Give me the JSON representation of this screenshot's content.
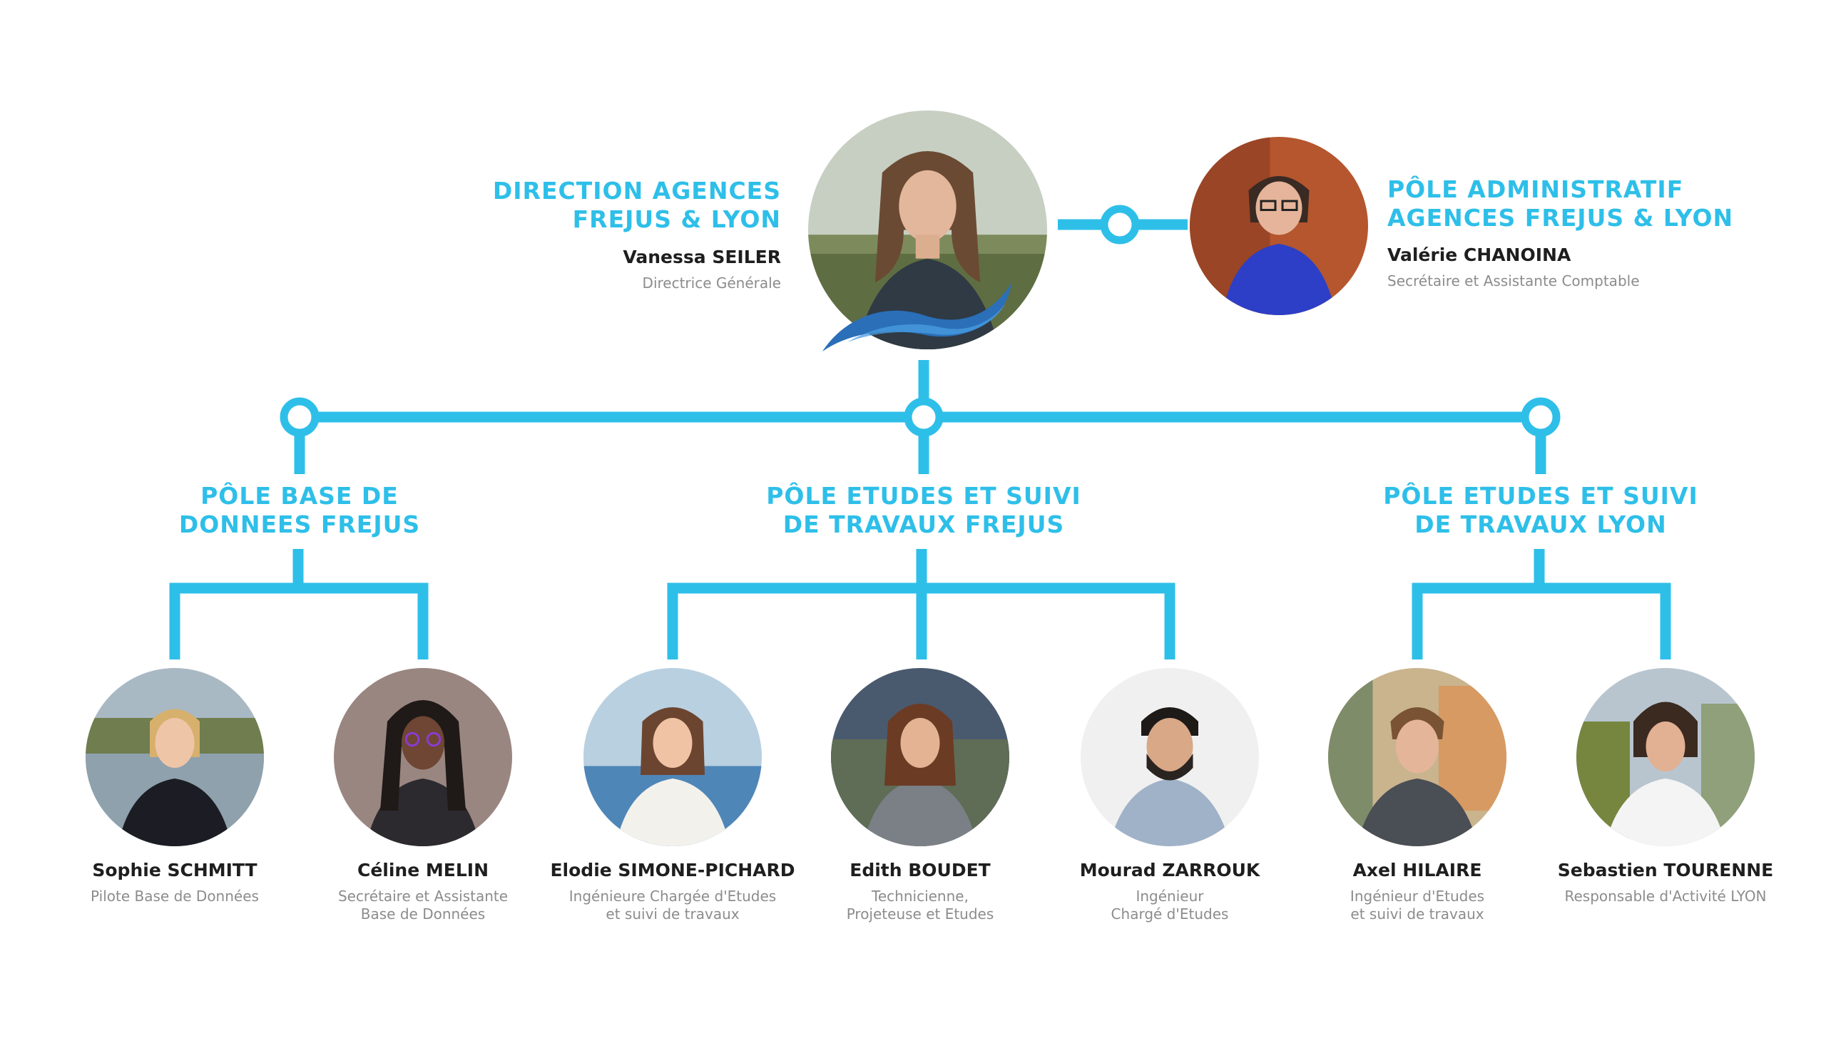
{
  "colors": {
    "accent": "#2ebfe9",
    "name_text": "#1e1e1e",
    "role_text": "#8c8c8c",
    "wave_logo": "#2a6fb8"
  },
  "direction": {
    "heading_lines": [
      "DIRECTION AGENCES",
      "FREJUS & LYON"
    ],
    "name": "Vanessa SEILER",
    "role_lines": [
      "Directrice Générale"
    ]
  },
  "admin": {
    "heading_lines": [
      "PÔLE ADMINISTRATIF",
      "AGENCES FREJUS & LYON"
    ],
    "name": "Valérie CHANOINA",
    "role_lines": [
      "Secrétaire et Assistante Comptable"
    ]
  },
  "poles": [
    {
      "heading_lines": [
        "PÔLE BASE DE",
        "DONNEES FREJUS"
      ]
    },
    {
      "heading_lines": [
        "PÔLE ETUDES ET SUIVI",
        "DE TRAVAUX FREJUS"
      ]
    },
    {
      "heading_lines": [
        "PÔLE ETUDES ET SUIVI",
        "DE TRAVAUX LYON"
      ]
    }
  ],
  "members": [
    {
      "name": "Sophie SCHMITT",
      "role_lines": [
        "Pilote Base de Données"
      ]
    },
    {
      "name": "Céline MELIN",
      "role_lines": [
        "Secrétaire et Assistante",
        "Base de Données"
      ]
    },
    {
      "name": "Elodie SIMONE-PICHARD",
      "role_lines": [
        "Ingénieure Chargée d'Etudes",
        "et suivi de travaux"
      ]
    },
    {
      "name": "Edith BOUDET",
      "role_lines": [
        "Technicienne,",
        "Projeteuse et Etudes"
      ]
    },
    {
      "name": "Mourad ZARROUK",
      "role_lines": [
        "Ingénieur",
        "Chargé d'Etudes"
      ]
    },
    {
      "name": "Axel HILAIRE",
      "role_lines": [
        "Ingénieur d'Etudes",
        "et suivi de travaux"
      ]
    },
    {
      "name": "Sebastien TOURENNE",
      "role_lines": [
        "Responsable d'Activité LYON"
      ]
    }
  ]
}
